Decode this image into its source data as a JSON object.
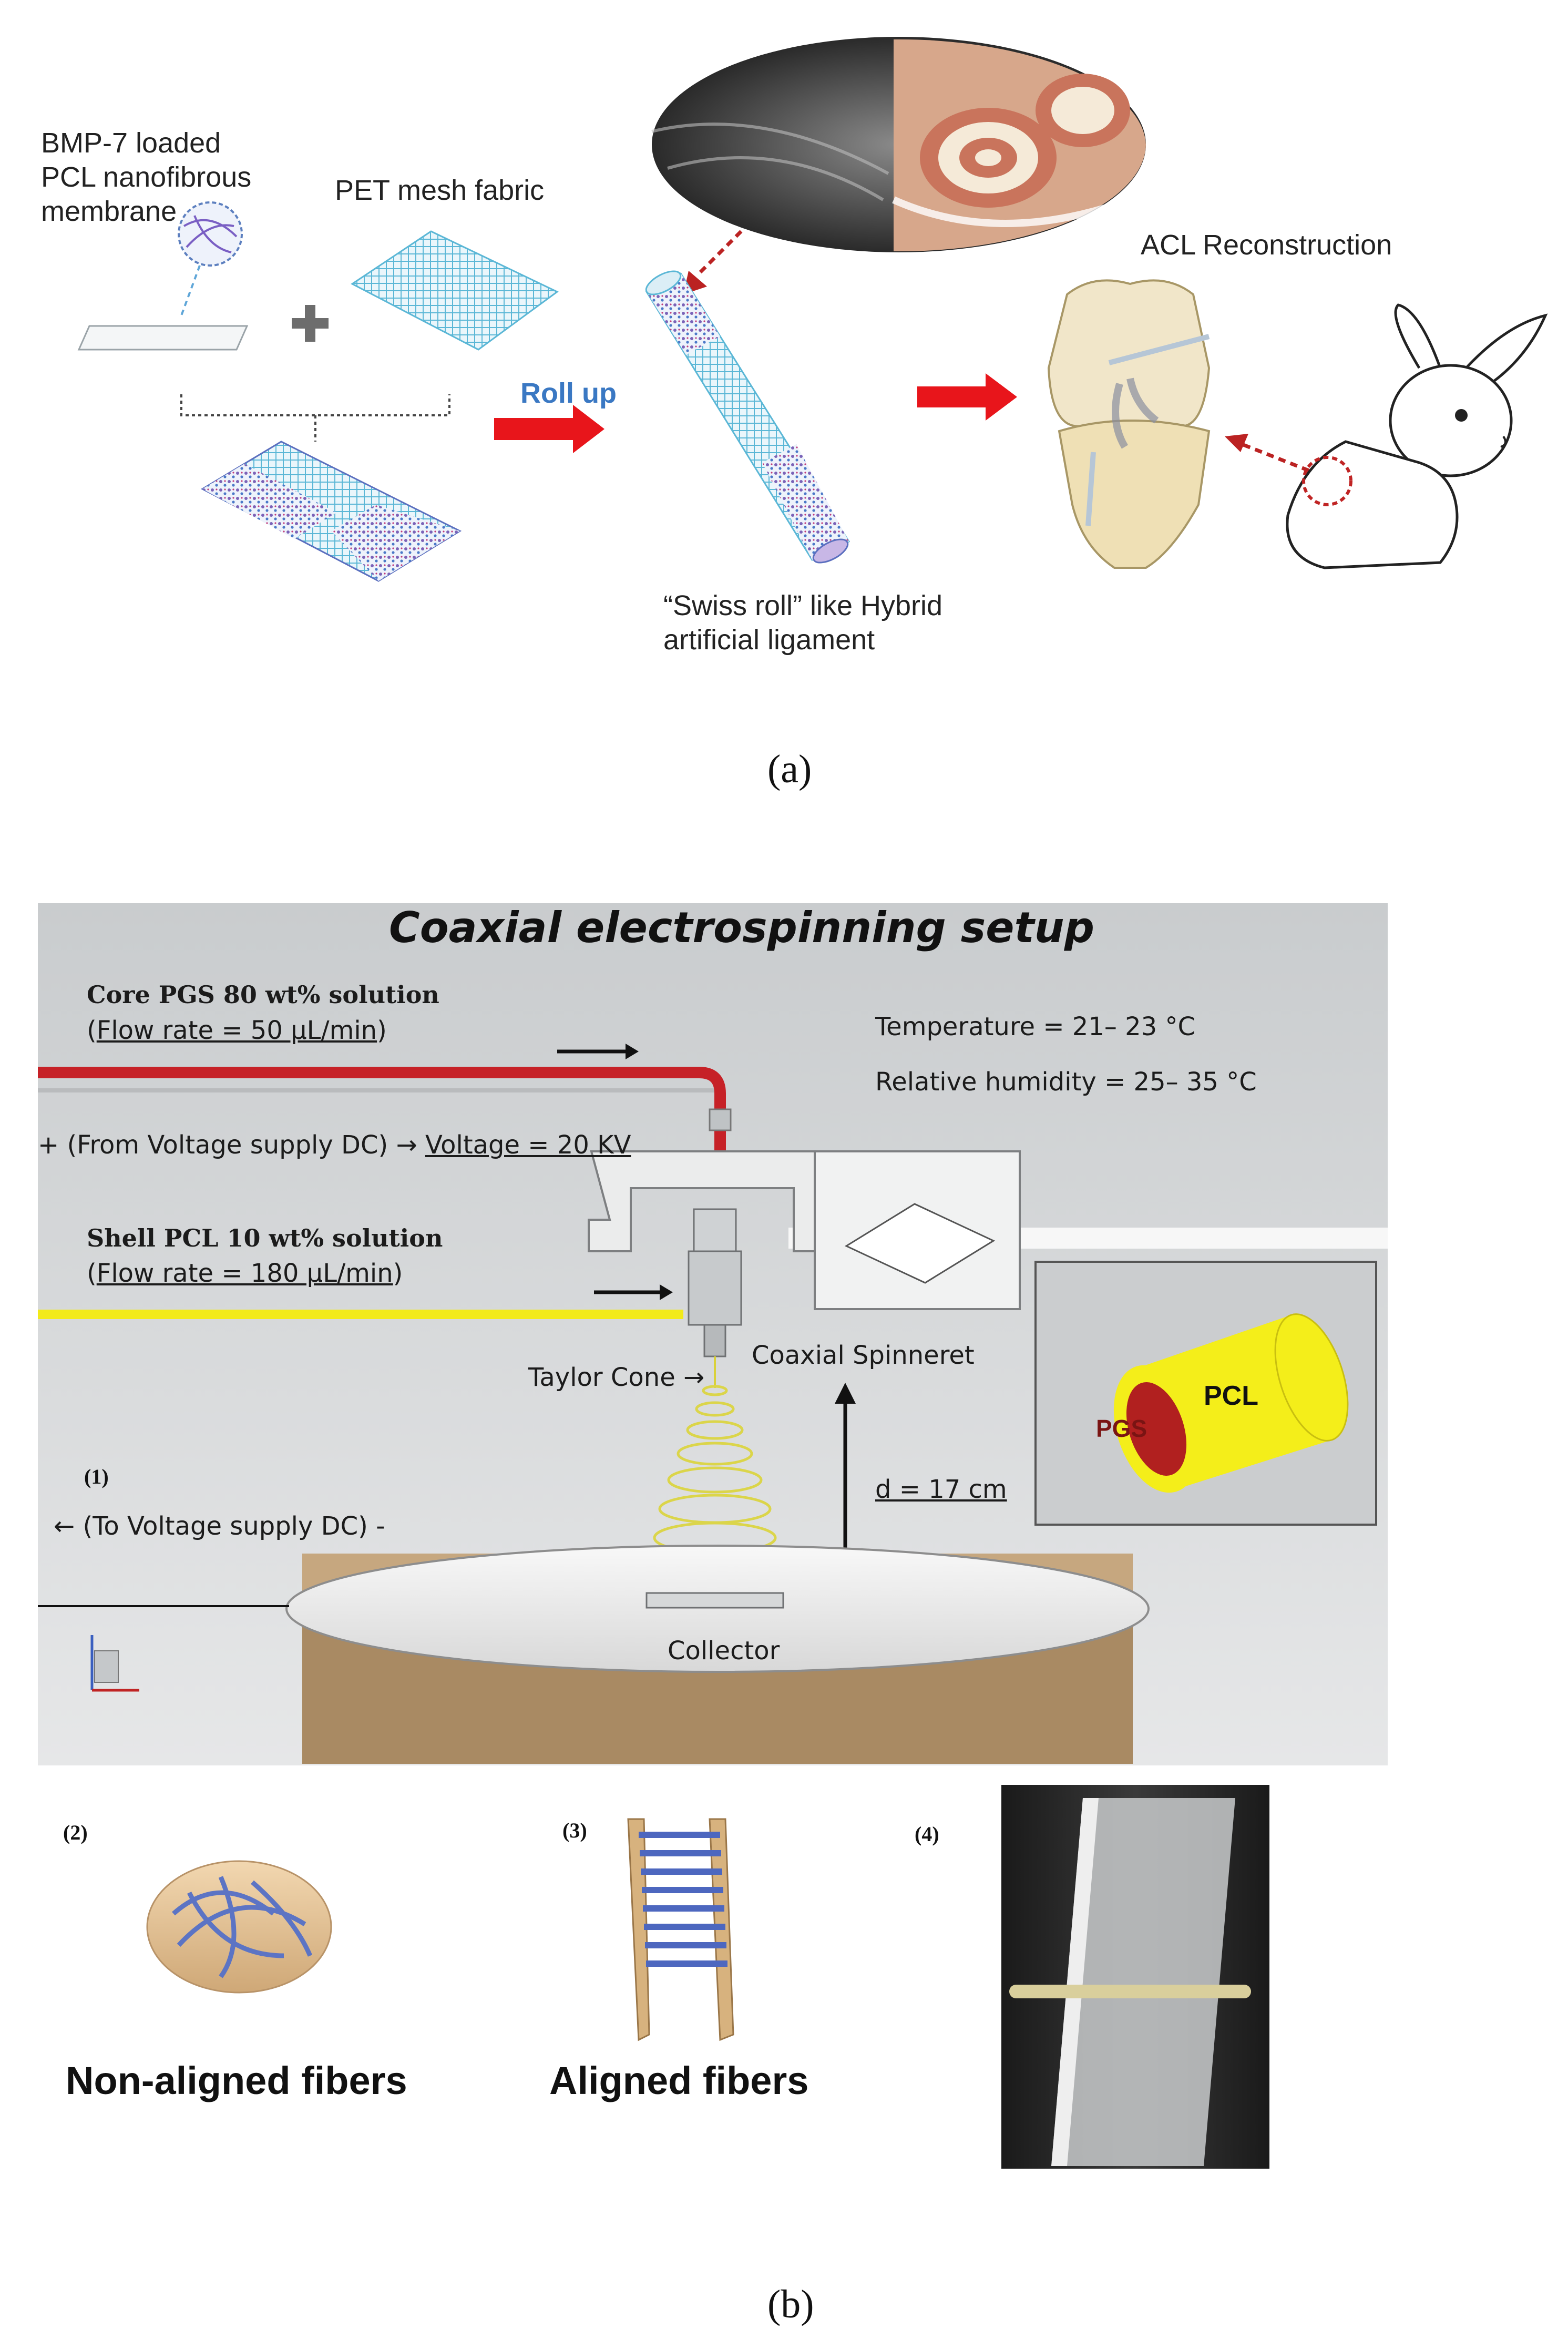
{
  "panel_a": {
    "label_membrane": "BMP-7 loaded\nPCL nanofibrous\nmembrane",
    "label_pet": "PET mesh fabric",
    "label_roll": "Roll up",
    "label_swiss": "“Swiss roll” like Hybrid\nartificial ligament",
    "label_acl": "ACL Reconstruction",
    "caption": "(a)"
  },
  "panel_b": {
    "title": "Coaxial electrospinning setup",
    "core_title": "Core PGS  80 wt% solution",
    "core_flow": "Flow rate = 50 µL/min",
    "voltage_prefix": "+ (From Voltage supply DC) → ",
    "voltage_value": "Voltage = 20 KV",
    "shell_title": "Shell PCL  10 wt% solution",
    "shell_flow": "Flow rate = 180 µL/min",
    "temperature": "Temperature =  21– 23 °C",
    "humidity": "Relative humidity = 25– 35 °C",
    "taylor_cone": "Taylor Cone →",
    "spinneret": "Coaxial Spinneret",
    "distance": "d = 17 cm",
    "step1": "(1)",
    "to_voltage": "← (To Voltage supply DC) -",
    "collector": "Collector",
    "pcl_label": "PCL",
    "pgs_label": "PGS",
    "step2": "(2)",
    "step3": "(3)",
    "step4": "(4)",
    "nonaligned": "Non-aligned fibers",
    "aligned": "Aligned fibers",
    "caption": "(b)"
  },
  "colors": {
    "red_arrow": "#e8151b",
    "blue_text": "#3a78c3",
    "core_tube": "#c62127",
    "shell_tube": "#f2ea1a",
    "panel_bg": "#d9dcdf",
    "pgs_fill": "#b1201f"
  }
}
